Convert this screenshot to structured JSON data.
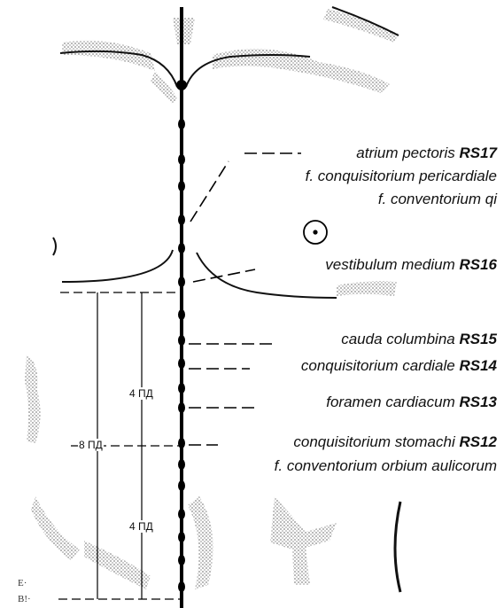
{
  "labels": [
    {
      "text": "atrium pectoris ",
      "code": "RS17"
    },
    {
      "text": "f. conquisitorium pericardiale",
      "code": ""
    },
    {
      "text": "f. conventorium qi",
      "code": ""
    },
    {
      "text": "vestibulum medium ",
      "code": "RS16"
    },
    {
      "text": "cauda columbina ",
      "code": "RS15"
    },
    {
      "text": "conquisitorium cardiale ",
      "code": "RS14"
    },
    {
      "text": "foramen cardiacum ",
      "code": "RS13"
    },
    {
      "text": "conquisitorium stomachi ",
      "code": "RS12"
    },
    {
      "text": "f. conventorium orbium aulicorum",
      "code": ""
    }
  ],
  "measurements": {
    "upper": "4 ПД",
    "total": "8 ПД",
    "lower": "4 ПД"
  },
  "corner_marks": [
    "E·",
    "B!·"
  ]
}
